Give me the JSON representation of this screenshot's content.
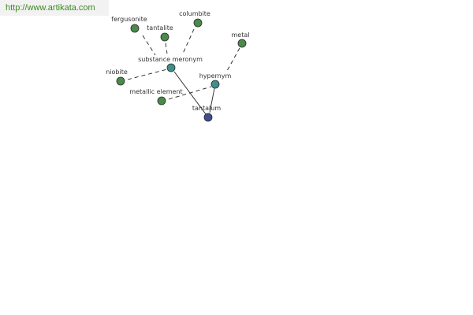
{
  "header": {
    "url": "http://www.artikata.com"
  },
  "graph": {
    "nodes": {
      "fergusonite": "fergusonite",
      "columbite": "columbite",
      "tantalite": "tantalite",
      "metal": "metal",
      "substance_meronym": "substance meronym",
      "niobite": "niobite",
      "hypernym": "hypernym",
      "metallic_element": "metallic element",
      "tantalum": "tantalum"
    }
  },
  "colors": {
    "url_text": "#3b8a1e",
    "leaf_node": "#4a8a4a",
    "relation_node": "#3f8f8a",
    "root_node": "#3e4e8e"
  }
}
